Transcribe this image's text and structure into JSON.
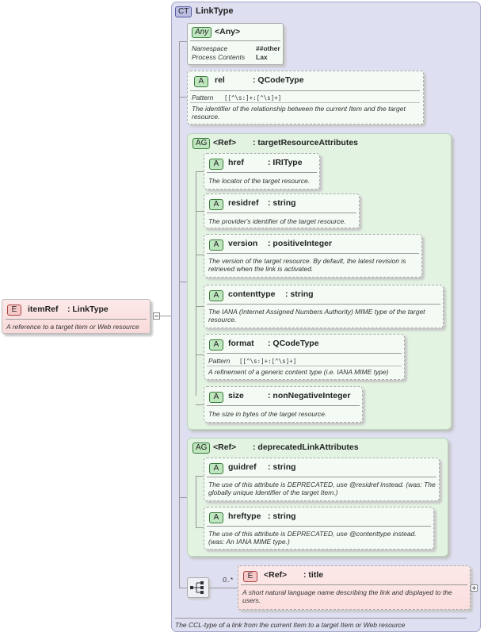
{
  "root_element": {
    "badge": "E",
    "name": "itemRef",
    "type": ": LinkType",
    "description": "A reference to a target item or Web resource"
  },
  "complex_type": {
    "badge": "CT",
    "name": "LinkType",
    "description": "The CCL-type of a link from the current Item to a target Item or Web resource"
  },
  "any": {
    "badge": "Any",
    "name": "<Any>",
    "namespace_label": "Namespace",
    "namespace_value": "##other",
    "process_label": "Process Contents",
    "process_value": "Lax"
  },
  "rel": {
    "badge": "A",
    "name": "rel",
    "type": ": QCodeType",
    "pattern_label": "Pattern",
    "pattern_value": "[[^\\s:]+:[^\\s]+]",
    "description": "The identifier of the relationship between the current Item and the target resource."
  },
  "group_target": {
    "badge": "AG",
    "name": "<Ref>",
    "type": ": targetResourceAttributes",
    "attributes": [
      {
        "name": "href",
        "type": ": IRIType",
        "description": "The locator of the target resource."
      },
      {
        "name": "residref",
        "type": ": string",
        "description": "The  provider's identifier of the target resource."
      },
      {
        "name": "version",
        "type": ": positiveInteger",
        "description": "The version of the target resource. By default, the latest revision is retrieved when the link is activated."
      },
      {
        "name": "contenttype",
        "type": ": string",
        "description": "The IANA (Internet Assigned Numbers Authority) MIME type of the target resource."
      },
      {
        "name": "format",
        "type": ": QCodeType",
        "pattern_label": "Pattern",
        "pattern_value": "[[^\\s:]+:[^\\s]+]",
        "description": "A refinement of a generic content type (i.e. IANA MIME type)"
      },
      {
        "name": "size",
        "type": ": nonNegativeInteger",
        "description": "The size in bytes of the target resource."
      }
    ]
  },
  "group_deprecated": {
    "badge": "AG",
    "name": "<Ref>",
    "type": ": deprecatedLinkAttributes",
    "attributes": [
      {
        "name": "guidref",
        "type": ": string",
        "description": "The use of this attribute is DEPRECATED, use @residref instead. (was: The globally unique Identifier of the target Item.)"
      },
      {
        "name": "hreftype",
        "type": ": string",
        "description": "The use of this attribute is DEPRECATED, use @contenttype instead. (was: An IANA MIME type.)"
      }
    ]
  },
  "sequence": {
    "cardinality": "0..*"
  },
  "title_element": {
    "badge": "E",
    "name": "<Ref>",
    "type": ": title",
    "description": "A short natural language name describing the link and displayed to the users."
  },
  "icons": {
    "collapse": "minus-box-icon",
    "expand": "plus-box-icon",
    "sequence": "sequence-compositor-icon"
  }
}
